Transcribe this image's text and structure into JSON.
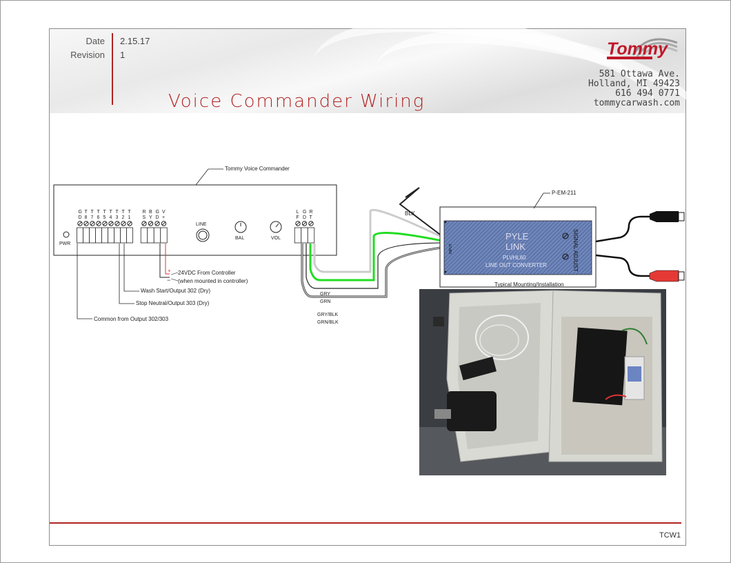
{
  "header": {
    "date_label": "Date",
    "date_value": "2.15.17",
    "revision_label": "Revision",
    "revision_value": "1",
    "title": "Voice Commander Wiring",
    "logo_text": "Tommy",
    "address": [
      "581 Ottawa Ave.",
      "Holland, MI 49423",
      "616 494 0771",
      "tommycarwash.com"
    ]
  },
  "commander": {
    "name": "Tommy Voice Commander",
    "pwr": "PWR",
    "line": "LINE",
    "bal": "BAL",
    "vol": "VOL",
    "terminal_top": [
      "G",
      "T",
      "T",
      "T",
      "T",
      "T",
      "T",
      "T",
      "T"
    ],
    "terminal_bot": [
      "D",
      "8",
      "7",
      "6",
      "5",
      "4",
      "3",
      "2",
      "1"
    ],
    "rbgv_top": [
      "R",
      "B",
      "G",
      "V"
    ],
    "rbgv_bot": [
      "S",
      "Y",
      "D",
      "+"
    ],
    "lgr_top": [
      "L",
      "G",
      "R"
    ],
    "lgr_bot": [
      "F",
      "D",
      "T"
    ],
    "plus": "+",
    "minus": "−"
  },
  "notes": {
    "power1": "24VDC From Controller",
    "power2": "(when mounted in controller)",
    "wash": "Wash Start/Output 302 (Dry)",
    "stop": "Stop Neutral/Output 303 (Dry)",
    "common": "Common from Output 302/303"
  },
  "wires": {
    "blk": "BLK",
    "gry": "GRY",
    "grn": "GRN",
    "grybk": "GRY/BLK",
    "grnbk": "GRN/BLK"
  },
  "converter": {
    "part": "P-EM-211",
    "line1": "PYLE",
    "line2": "LINK",
    "model": "PLVHL60",
    "desc": "LINE OUT CONVERTER",
    "side_left": "INPUT",
    "side_right": "SIGNAL ADJUST"
  },
  "photo": {
    "title": "Typical Mounting/Installation"
  },
  "footer": {
    "code": "TCW1"
  },
  "colors": {
    "accent_red": "#b22222",
    "converter_blue": "#5a73a8",
    "wire_green": "#22dd22",
    "wire_gray": "#cccccc",
    "rca_red": "#e53935"
  }
}
